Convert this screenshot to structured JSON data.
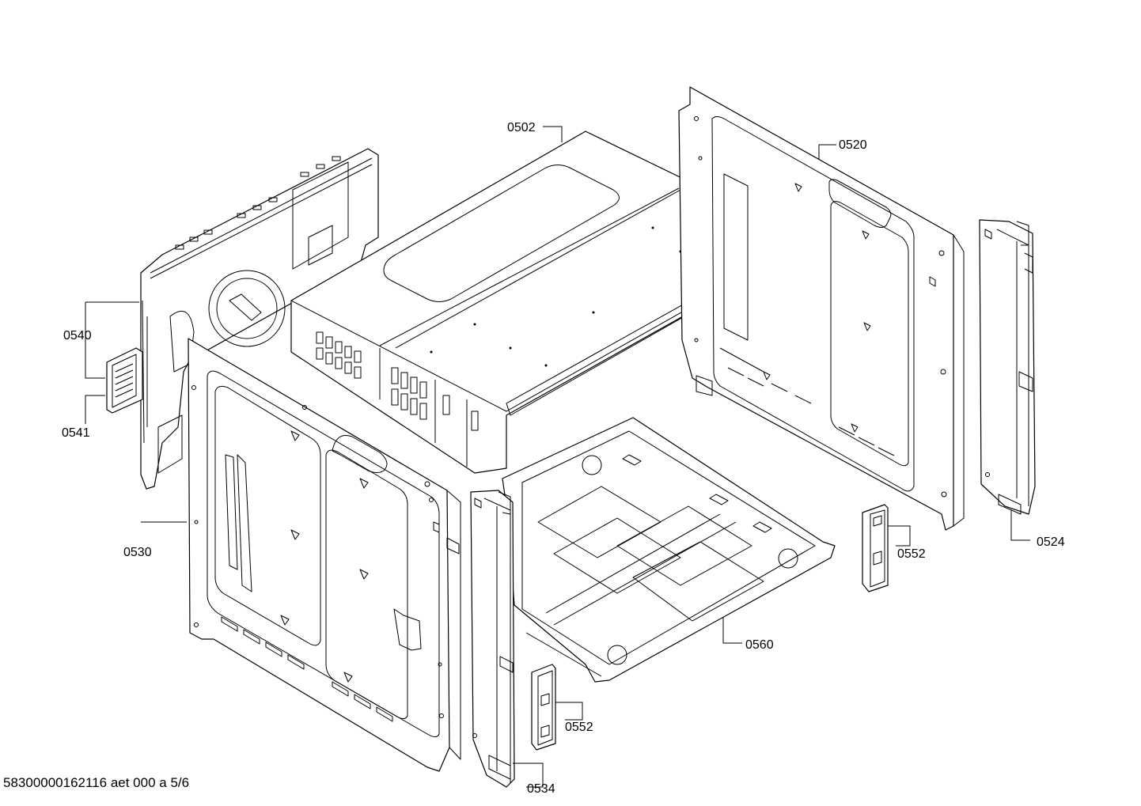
{
  "labels": {
    "p0502": "0502",
    "p0520": "0520",
    "p0524": "0524",
    "p0540": "0540",
    "p0541": "0541",
    "p0530": "0530",
    "p0552a": "0552",
    "p0552b": "0552",
    "p0560": "0560",
    "p0534": "0534"
  },
  "footer": "58300000162116 aet 000 a 5/6"
}
